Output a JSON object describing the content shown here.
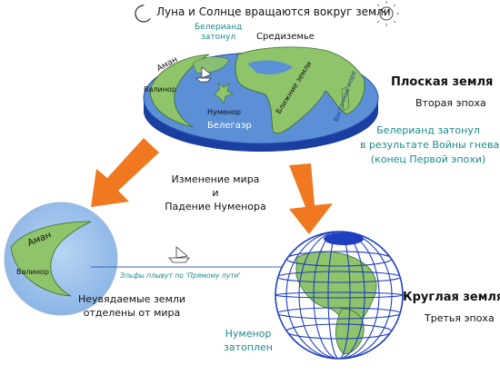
{
  "header": {
    "title": "Луна и Солнце вращаются вокруг земли"
  },
  "flat_earth": {
    "title": "Плоская земля",
    "era": "Вторая эпоха",
    "note_line1": "Белерианд затонул",
    "note_line2": "в результате Войны гнева",
    "note_line3": "(конец Первой эпохи)",
    "map_labels": {
      "beleriand_line1": "Белерианд",
      "beleriand_line2": "затонул",
      "middle_earth": "Средиземье",
      "aman": "Аман",
      "valinor": "Валинор",
      "numenor": "Нуменор",
      "belegaer": "Белегаэр",
      "near_lands": "Ближние земли",
      "east_sea": "Восточное море"
    }
  },
  "transition": {
    "line1": "Изменение мира",
    "line2": "и",
    "line3": "Падение Нуменора"
  },
  "undying_lands": {
    "aman": "Аман",
    "valinor": "Валинор",
    "caption_line1": "Неувядаемые земли",
    "caption_line2": "отделены от мира"
  },
  "straight_road": {
    "label": "Эльфы плывут по 'Прямому пути'"
  },
  "round_earth": {
    "title": "Круглая земля",
    "era": "Третья эпоха",
    "numenor_line1": "Нуменор",
    "numenor_line2": "затоплен"
  },
  "colors": {
    "ocean": "#5b8fd6",
    "land": "#8fc46a",
    "disc_side": "#1a3fa0",
    "arrow": "#f07820",
    "globe_lines": "#1f3fc0",
    "aman_sphere": "#9fc2ea",
    "teal_text": "#1b8a8a"
  }
}
